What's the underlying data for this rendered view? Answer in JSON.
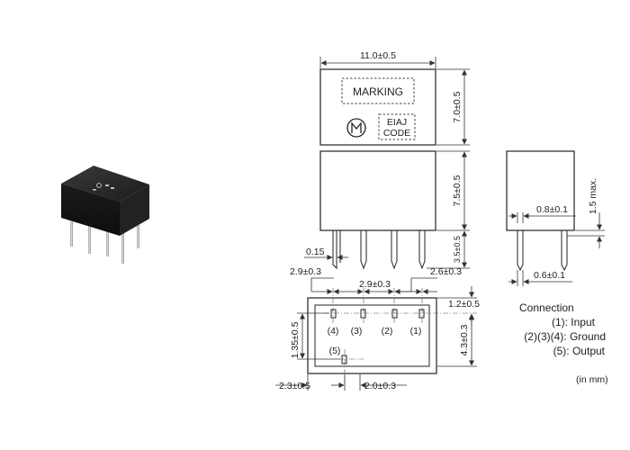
{
  "top_view": {
    "width_dim": "11.0±0.5",
    "height_dim": "7.0±0.5",
    "marking": "MARKING",
    "eiaj_line1": "EIAJ",
    "eiaj_line2": "CODE"
  },
  "front_view": {
    "body_height_dim": "7.5±0.5",
    "lead_length_dim": "3.5±0.5",
    "lead_thickness_dim": "0.15"
  },
  "side_view": {
    "lead_spacing_top_dim": "0.8±0.1",
    "standoff_dim": "1.5 max.",
    "lead_width_dim": "0.6±0.1"
  },
  "bottom_view": {
    "pitch_left_dim": "2.9±0.3",
    "pitch_mid_dim": "2.9±0.3",
    "pitch_right_dim": "2.6±0.3",
    "row_offset_dim": "1.2±0.5",
    "left_height_dim": "1.35±0.5",
    "right_height_dim": "4.3±0.3",
    "bottom_left_dim": "2.3±0.5",
    "bottom_mid_dim": "2.0±0.3",
    "pin_labels": [
      "(4)",
      "(3)",
      "(2)",
      "(1)",
      "(5)"
    ]
  },
  "connection": {
    "title": "Connection",
    "lines": [
      "(1): Input",
      "(2)(3)(4): Ground",
      "(5): Output"
    ]
  },
  "units_note": "(in mm)"
}
